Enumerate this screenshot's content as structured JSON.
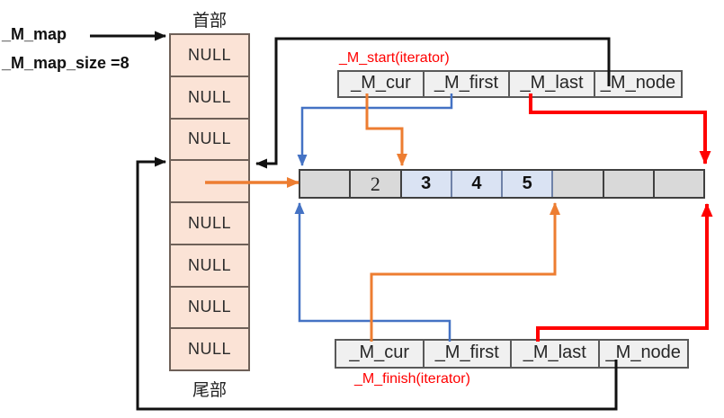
{
  "pointers": {
    "map_pointer_label": "_M_map",
    "map_size_label": "_M_map_size =8"
  },
  "map": {
    "head_label": "首部",
    "tail_label": "尾部",
    "cells": [
      "NULL",
      "NULL",
      "NULL",
      "",
      "NULL",
      "NULL",
      "NULL",
      "NULL"
    ]
  },
  "start_iterator": {
    "label": "_M_start(iterator)",
    "fields": [
      "_M_cur",
      "_M_first",
      "_M_last",
      "_M_node"
    ]
  },
  "finish_iterator": {
    "label": "_M_finish(iterator)",
    "fields": [
      "_M_cur",
      "_M_first",
      "_M_last",
      "_M_node"
    ]
  },
  "buffer": {
    "cells": [
      {
        "value": "",
        "state": "empty"
      },
      {
        "value": "2",
        "state": "stale"
      },
      {
        "value": "3",
        "state": "active"
      },
      {
        "value": "4",
        "state": "active"
      },
      {
        "value": "5",
        "state": "active"
      },
      {
        "value": "",
        "state": "empty"
      },
      {
        "value": "",
        "state": "empty"
      },
      {
        "value": "",
        "state": "empty"
      }
    ]
  },
  "colors": {
    "map_cell_fill": "#fbe3d6",
    "buffer_gray_fill": "#d9d9d9",
    "buffer_active_fill": "#dae3f3",
    "iterator_cell_fill": "#f0f0f0",
    "arrow_black": "#111111",
    "arrow_blue": "#4472c4",
    "arrow_orange": "#ed7d31",
    "arrow_red": "#ff0000",
    "label_red": "#ff0000"
  }
}
